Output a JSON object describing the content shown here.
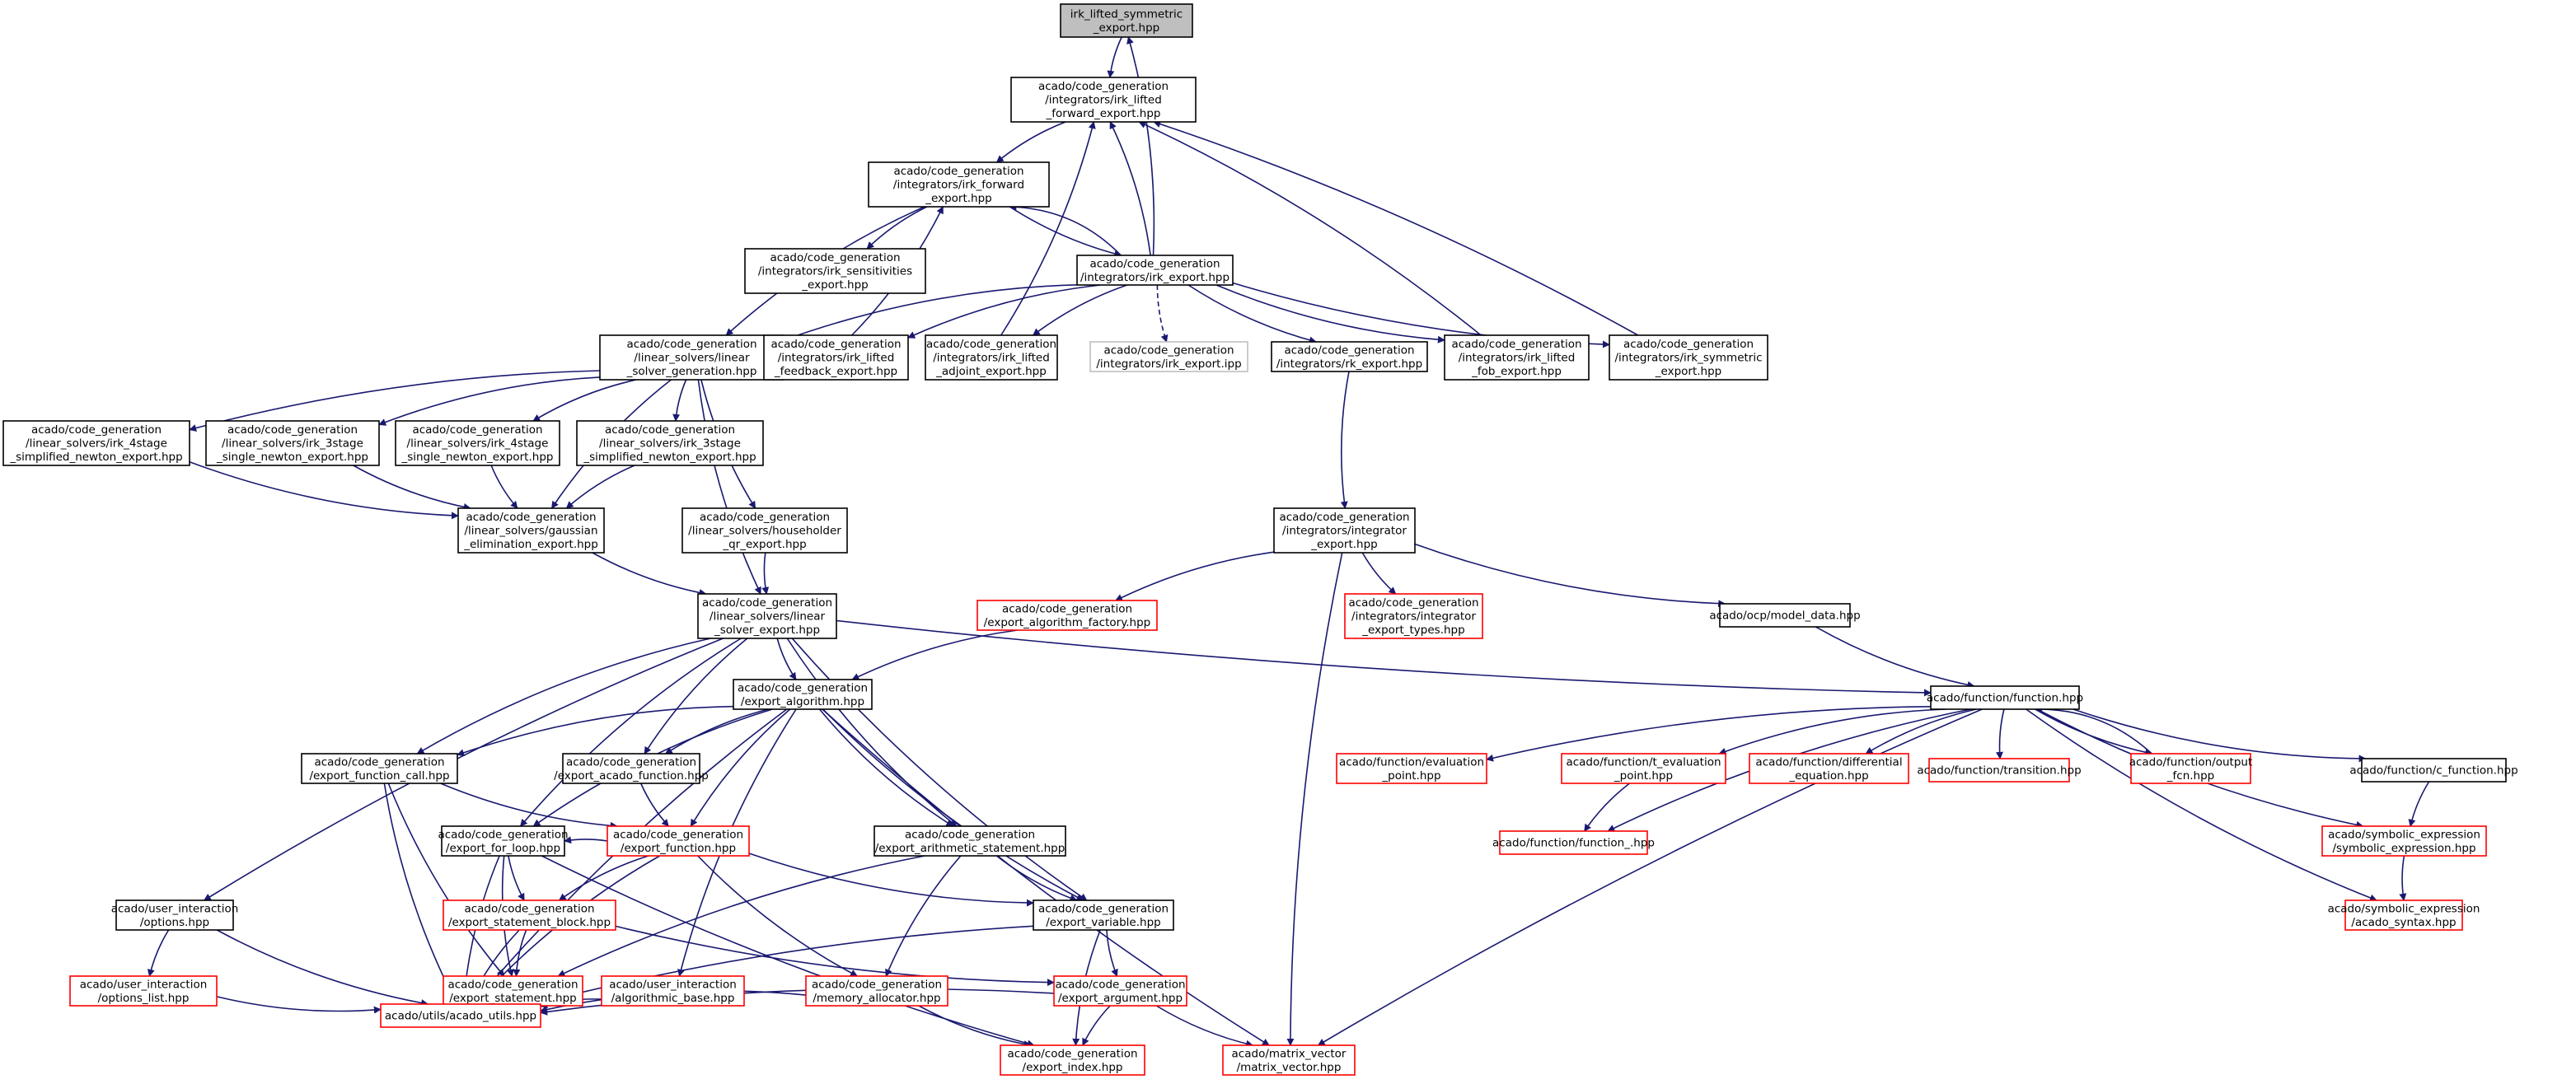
{
  "graph": {
    "colors": {
      "edge": "#191970",
      "current_fill": "#bfbfbf",
      "normal_border": "#000000",
      "missing_border": "#ff0000",
      "external_border": "#bfbfbf"
    },
    "nodes": [
      {
        "id": "root",
        "lines": [
          "irk_lifted_symmetric",
          "_export.hpp"
        ],
        "style": "current"
      },
      {
        "id": "fwd_lifted",
        "lines": [
          "acado/code_generation",
          "/integrators/irk_lifted",
          "_forward_export.hpp"
        ],
        "style": "normal"
      },
      {
        "id": "irk_forward",
        "lines": [
          "acado/code_generation",
          "/integrators/irk_forward",
          "_export.hpp"
        ],
        "style": "normal"
      },
      {
        "id": "irk_sens",
        "lines": [
          "acado/code_generation",
          "/integrators/irk_sensitivities",
          "_export.hpp"
        ],
        "style": "normal"
      },
      {
        "id": "irk_export",
        "lines": [
          "acado/code_generation",
          "/integrators/irk_export.hpp"
        ],
        "style": "normal"
      },
      {
        "id": "linsolgen",
        "lines": [
          "acado/code_generation",
          "/linear_solvers/linear",
          "_solver_generation.hpp"
        ],
        "style": "normal"
      },
      {
        "id": "lifted_feedback",
        "lines": [
          "acado/code_generation",
          "/integrators/irk_lifted",
          "_feedback_export.hpp"
        ],
        "style": "normal"
      },
      {
        "id": "lifted_adjoint",
        "lines": [
          "acado/code_generation",
          "/integrators/irk_lifted",
          "_adjoint_export.hpp"
        ],
        "style": "normal"
      },
      {
        "id": "irk_ipp",
        "lines": [
          "acado/code_generation",
          "/integrators/irk_export.ipp"
        ],
        "style": "external"
      },
      {
        "id": "rk_export",
        "lines": [
          "acado/code_generation",
          "/integrators/rk_export.hpp"
        ],
        "style": "normal"
      },
      {
        "id": "lifted_fob",
        "lines": [
          "acado/code_generation",
          "/integrators/irk_lifted",
          "_fob_export.hpp"
        ],
        "style": "normal"
      },
      {
        "id": "irk_symmetric",
        "lines": [
          "acado/code_generation",
          "/integrators/irk_symmetric",
          "_export.hpp"
        ],
        "style": "normal"
      },
      {
        "id": "irk4_simpl",
        "lines": [
          "acado/code_generation",
          "/linear_solvers/irk_4stage",
          "_simplified_newton_export.hpp"
        ],
        "style": "normal"
      },
      {
        "id": "irk3_single",
        "lines": [
          "acado/code_generation",
          "/linear_solvers/irk_3stage",
          "_single_newton_export.hpp"
        ],
        "style": "normal"
      },
      {
        "id": "irk4_single",
        "lines": [
          "acado/code_generation",
          "/linear_solvers/irk_4stage",
          "_single_newton_export.hpp"
        ],
        "style": "normal"
      },
      {
        "id": "irk3_simpl",
        "lines": [
          "acado/code_generation",
          "/linear_solvers/irk_3stage",
          "_simplified_newton_export.hpp"
        ],
        "style": "normal"
      },
      {
        "id": "gauss",
        "lines": [
          "acado/code_generation",
          "/linear_solvers/gaussian",
          "_elimination_export.hpp"
        ],
        "style": "normal"
      },
      {
        "id": "householder",
        "lines": [
          "acado/code_generation",
          "/linear_solvers/householder",
          "_qr_export.hpp"
        ],
        "style": "normal"
      },
      {
        "id": "integrator",
        "lines": [
          "acado/code_generation",
          "/integrators/integrator",
          "_export.hpp"
        ],
        "style": "normal"
      },
      {
        "id": "linsolexp",
        "lines": [
          "acado/code_generation",
          "/linear_solvers/linear",
          "_solver_export.hpp"
        ],
        "style": "normal"
      },
      {
        "id": "algfactory",
        "lines": [
          "acado/code_generation",
          "/export_algorithm_factory.hpp"
        ],
        "style": "missing"
      },
      {
        "id": "integ_types",
        "lines": [
          "acado/code_generation",
          "/integrators/integrator",
          "_export_types.hpp"
        ],
        "style": "missing"
      },
      {
        "id": "model_data",
        "lines": [
          "acado/ocp/model_data.hpp"
        ],
        "style": "normal"
      },
      {
        "id": "export_alg",
        "lines": [
          "acado/code_generation",
          "/export_algorithm.hpp"
        ],
        "style": "normal"
      },
      {
        "id": "function_hpp",
        "lines": [
          "acado/function/function.hpp"
        ],
        "style": "normal"
      },
      {
        "id": "func_call",
        "lines": [
          "acado/code_generation",
          "/export_function_call.hpp"
        ],
        "style": "normal"
      },
      {
        "id": "acado_func",
        "lines": [
          "acado/code_generation",
          "/export_acado_function.hpp"
        ],
        "style": "normal"
      },
      {
        "id": "eval_point",
        "lines": [
          "acado/function/evaluation",
          "_point.hpp"
        ],
        "style": "missing"
      },
      {
        "id": "t_eval",
        "lines": [
          "acado/function/t_evaluation",
          "_point.hpp"
        ],
        "style": "missing"
      },
      {
        "id": "diff_eq",
        "lines": [
          "acado/function/differential",
          "_equation.hpp"
        ],
        "style": "missing"
      },
      {
        "id": "transition",
        "lines": [
          "acado/function/transition.hpp"
        ],
        "style": "missing"
      },
      {
        "id": "output_fcn",
        "lines": [
          "acado/function/output",
          "_fcn.hpp"
        ],
        "style": "missing"
      },
      {
        "id": "c_function",
        "lines": [
          "acado/function/c_function.hpp"
        ],
        "style": "normal"
      },
      {
        "id": "for_loop",
        "lines": [
          "acado/code_generation",
          "/export_for_loop.hpp"
        ],
        "style": "normal"
      },
      {
        "id": "export_function",
        "lines": [
          "acado/code_generation",
          "/export_function.hpp"
        ],
        "style": "missing"
      },
      {
        "id": "arith",
        "lines": [
          "acado/code_generation",
          "/export_arithmetic_statement.hpp"
        ],
        "style": "normal"
      },
      {
        "id": "function_",
        "lines": [
          "acado/function/function_.hpp"
        ],
        "style": "missing"
      },
      {
        "id": "sym_expr",
        "lines": [
          "acado/symbolic_expression",
          "/symbolic_expression.hpp"
        ],
        "style": "missing"
      },
      {
        "id": "options",
        "lines": [
          "acado/user_interaction",
          "/options.hpp"
        ],
        "style": "normal"
      },
      {
        "id": "stmt_block",
        "lines": [
          "acado/code_generation",
          "/export_statement_block.hpp"
        ],
        "style": "missing"
      },
      {
        "id": "export_variable",
        "lines": [
          "acado/code_generation",
          "/export_variable.hpp"
        ],
        "style": "normal"
      },
      {
        "id": "acado_syntax",
        "lines": [
          "acado/symbolic_expression",
          "/acado_syntax.hpp"
        ],
        "style": "missing"
      },
      {
        "id": "options_list",
        "lines": [
          "acado/user_interaction",
          "/options_list.hpp"
        ],
        "style": "missing"
      },
      {
        "id": "export_stmt",
        "lines": [
          "acado/code_generation",
          "/export_statement.hpp"
        ],
        "style": "missing"
      },
      {
        "id": "alg_base",
        "lines": [
          "acado/user_interaction",
          "/algorithmic_base.hpp"
        ],
        "style": "missing"
      },
      {
        "id": "mem_alloc",
        "lines": [
          "acado/code_generation",
          "/memory_allocator.hpp"
        ],
        "style": "missing"
      },
      {
        "id": "export_arg",
        "lines": [
          "acado/code_generation",
          "/export_argument.hpp"
        ],
        "style": "missing"
      },
      {
        "id": "acado_utils",
        "lines": [
          "acado/utils/acado_utils.hpp"
        ],
        "style": "missing"
      },
      {
        "id": "export_index",
        "lines": [
          "acado/code_generation",
          "/export_index.hpp"
        ],
        "style": "missing"
      },
      {
        "id": "matrix_vector",
        "lines": [
          "acado/matrix_vector",
          "/matrix_vector.hpp"
        ],
        "style": "missing"
      }
    ],
    "edges": [
      {
        "from": "root",
        "to": "fwd_lifted"
      },
      {
        "from": "fwd_lifted",
        "to": "irk_forward"
      },
      {
        "from": "irk_forward",
        "to": "linsolgen"
      },
      {
        "from": "irk_forward",
        "to": "irk_sens"
      },
      {
        "from": "irk_forward",
        "to": "irk_export"
      },
      {
        "from": "irk_export",
        "to": "root"
      },
      {
        "from": "irk_export",
        "to": "fwd_lifted"
      },
      {
        "from": "irk_export",
        "to": "irk_forward"
      },
      {
        "from": "irk_export",
        "to": "linsolgen"
      },
      {
        "from": "irk_export",
        "to": "lifted_feedback"
      },
      {
        "from": "irk_export",
        "to": "lifted_adjoint"
      },
      {
        "from": "irk_export",
        "to": "irk_ipp"
      },
      {
        "from": "irk_export",
        "to": "rk_export"
      },
      {
        "from": "irk_export",
        "to": "lifted_fob"
      },
      {
        "from": "irk_export",
        "to": "irk_symmetric"
      },
      {
        "from": "lifted_feedback",
        "to": "irk_forward"
      },
      {
        "from": "lifted_adjoint",
        "to": "fwd_lifted"
      },
      {
        "from": "lifted_fob",
        "to": "fwd_lifted"
      },
      {
        "from": "irk_symmetric",
        "to": "fwd_lifted"
      },
      {
        "from": "linsolgen",
        "to": "irk4_simpl"
      },
      {
        "from": "linsolgen",
        "to": "irk3_single"
      },
      {
        "from": "linsolgen",
        "to": "irk4_single"
      },
      {
        "from": "linsolgen",
        "to": "irk3_simpl"
      },
      {
        "from": "linsolgen",
        "to": "gauss"
      },
      {
        "from": "linsolgen",
        "to": "householder"
      },
      {
        "from": "linsolgen",
        "to": "linsolexp"
      },
      {
        "from": "irk4_simpl",
        "to": "gauss"
      },
      {
        "from": "irk3_single",
        "to": "gauss"
      },
      {
        "from": "irk4_single",
        "to": "gauss"
      },
      {
        "from": "irk3_simpl",
        "to": "gauss"
      },
      {
        "from": "gauss",
        "to": "linsolexp"
      },
      {
        "from": "householder",
        "to": "linsolexp"
      },
      {
        "from": "rk_export",
        "to": "integrator"
      },
      {
        "from": "integrator",
        "to": "algfactory"
      },
      {
        "from": "integrator",
        "to": "integ_types"
      },
      {
        "from": "integrator",
        "to": "model_data"
      },
      {
        "from": "integrator",
        "to": "matrix_vector"
      },
      {
        "from": "algfactory",
        "to": "export_alg"
      },
      {
        "from": "model_data",
        "to": "function_hpp"
      },
      {
        "from": "linsolexp",
        "to": "export_alg"
      },
      {
        "from": "linsolexp",
        "to": "function_hpp"
      },
      {
        "from": "linsolexp",
        "to": "options"
      },
      {
        "from": "linsolexp",
        "to": "func_call"
      },
      {
        "from": "linsolexp",
        "to": "acado_func"
      },
      {
        "from": "linsolexp",
        "to": "for_loop"
      },
      {
        "from": "linsolexp",
        "to": "arith"
      },
      {
        "from": "linsolexp",
        "to": "export_variable"
      },
      {
        "from": "export_alg",
        "to": "func_call"
      },
      {
        "from": "export_alg",
        "to": "acado_func"
      },
      {
        "from": "export_alg",
        "to": "for_loop"
      },
      {
        "from": "export_alg",
        "to": "export_function"
      },
      {
        "from": "export_alg",
        "to": "arith"
      },
      {
        "from": "export_alg",
        "to": "export_variable"
      },
      {
        "from": "export_alg",
        "to": "alg_base"
      },
      {
        "from": "export_alg",
        "to": "acado_utils"
      },
      {
        "from": "export_alg",
        "to": "matrix_vector"
      },
      {
        "from": "function_hpp",
        "to": "eval_point"
      },
      {
        "from": "function_hpp",
        "to": "t_eval"
      },
      {
        "from": "function_hpp",
        "to": "diff_eq"
      },
      {
        "from": "function_hpp",
        "to": "transition"
      },
      {
        "from": "function_hpp",
        "to": "output_fcn"
      },
      {
        "from": "function_hpp",
        "to": "c_function"
      },
      {
        "from": "function_hpp",
        "to": "function_"
      },
      {
        "from": "function_hpp",
        "to": "sym_expr"
      },
      {
        "from": "function_hpp",
        "to": "acado_syntax"
      },
      {
        "from": "function_hpp",
        "to": "matrix_vector"
      },
      {
        "from": "output_fcn",
        "to": "function_hpp"
      },
      {
        "from": "t_eval",
        "to": "function_"
      },
      {
        "from": "c_function",
        "to": "sym_expr"
      },
      {
        "from": "sym_expr",
        "to": "acado_syntax"
      },
      {
        "from": "func_call",
        "to": "export_function"
      },
      {
        "from": "func_call",
        "to": "export_stmt"
      },
      {
        "from": "func_call",
        "to": "acado_utils"
      },
      {
        "from": "acado_func",
        "to": "export_function"
      },
      {
        "from": "for_loop",
        "to": "stmt_block"
      },
      {
        "from": "for_loop",
        "to": "export_stmt"
      },
      {
        "from": "for_loop",
        "to": "acado_utils"
      },
      {
        "from": "for_loop",
        "to": "export_index"
      },
      {
        "from": "export_function",
        "to": "for_loop"
      },
      {
        "from": "export_function",
        "to": "stmt_block"
      },
      {
        "from": "export_function",
        "to": "export_variable"
      },
      {
        "from": "export_function",
        "to": "mem_alloc"
      },
      {
        "from": "export_function",
        "to": "acado_utils"
      },
      {
        "from": "arith",
        "to": "export_stmt"
      },
      {
        "from": "arith",
        "to": "export_variable"
      },
      {
        "from": "arith",
        "to": "mem_alloc"
      },
      {
        "from": "stmt_block",
        "to": "export_stmt"
      },
      {
        "from": "stmt_block",
        "to": "export_arg"
      },
      {
        "from": "stmt_block",
        "to": "acado_utils"
      },
      {
        "from": "export_variable",
        "to": "export_arg"
      },
      {
        "from": "export_variable",
        "to": "export_index"
      },
      {
        "from": "export_variable",
        "to": "acado_utils"
      },
      {
        "from": "export_arg",
        "to": "export_index"
      },
      {
        "from": "export_arg",
        "to": "matrix_vector"
      },
      {
        "from": "export_arg",
        "to": "acado_utils"
      },
      {
        "from": "mem_alloc",
        "to": "export_index"
      },
      {
        "from": "mem_alloc",
        "to": "acado_utils"
      },
      {
        "from": "export_stmt",
        "to": "acado_utils"
      },
      {
        "from": "options",
        "to": "options_list"
      },
      {
        "from": "options",
        "to": "acado_utils"
      },
      {
        "from": "options_list",
        "to": "acado_utils"
      },
      {
        "from": "alg_base",
        "to": "acado_utils"
      }
    ]
  }
}
